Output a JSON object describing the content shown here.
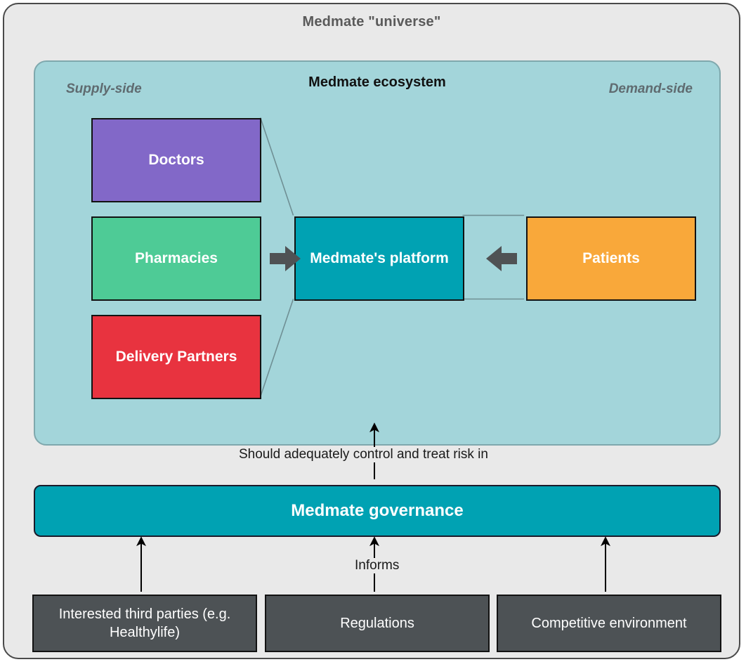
{
  "universe": {
    "title": "Medmate \"universe\""
  },
  "ecosystem": {
    "title": "Medmate ecosystem",
    "supply_label": "Supply-side",
    "demand_label": "Demand-side",
    "supply_nodes": [
      {
        "label": "Doctors",
        "color": "#8268c8"
      },
      {
        "label": "Pharmacies",
        "color": "#4ecb96"
      },
      {
        "label": "Delivery Partners",
        "color": "#e8333f"
      }
    ],
    "platform": {
      "label": "Medmate's platform",
      "color": "#00a2b3"
    },
    "demand_node": {
      "label": "Patients",
      "color": "#f9a83a"
    }
  },
  "governance": {
    "label": "Medmate governance",
    "color": "#00a2b3"
  },
  "flows": {
    "control_label": "Should adequately control and treat risk in",
    "informs_label": "Informs"
  },
  "sources": [
    {
      "label": "Interested third parties (e.g. Healthylife)"
    },
    {
      "label": "Regulations"
    },
    {
      "label": "Competitive environment"
    }
  ],
  "colors": {
    "universe_bg": "#e9e9e9",
    "ecosystem_bg": "#a3d5da",
    "source_bg": "#4d5255",
    "arrow_gray": "#4f5254",
    "outline": "#4a4a4a"
  }
}
